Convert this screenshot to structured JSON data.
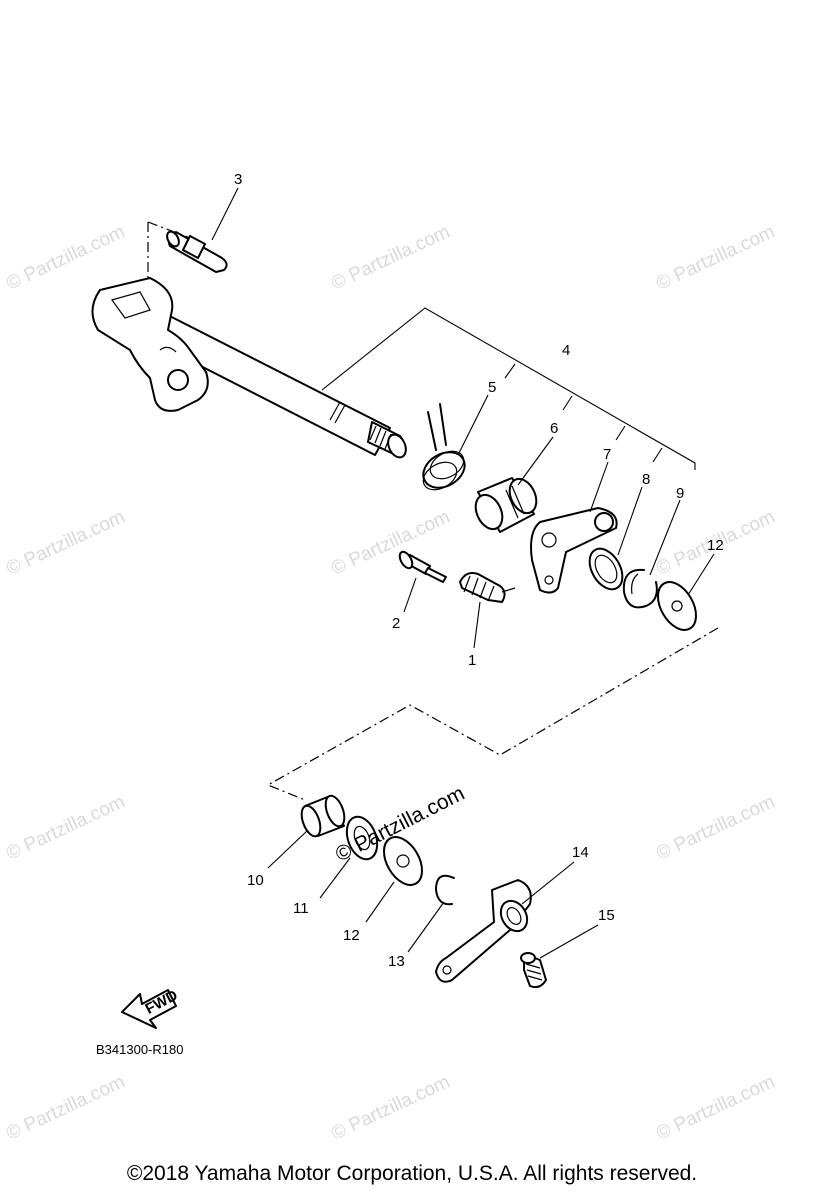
{
  "callouts": {
    "c1": "1",
    "c2": "2",
    "c3": "3",
    "c4": "4",
    "c5": "5",
    "c6": "6",
    "c7": "7",
    "c8": "8",
    "c9": "9",
    "c10": "10",
    "c11": "11",
    "c12a": "12",
    "c12b": "12",
    "c13": "13",
    "c14": "14",
    "c15": "15"
  },
  "fwd_label": "FWD",
  "reference_code": "B341300-R180",
  "watermark": "© Partzilla.com",
  "watermark_large": "© Partzilla.com",
  "copyright": "©2018  Yamaha Motor Corporation, U.S.A. All rights reserved."
}
